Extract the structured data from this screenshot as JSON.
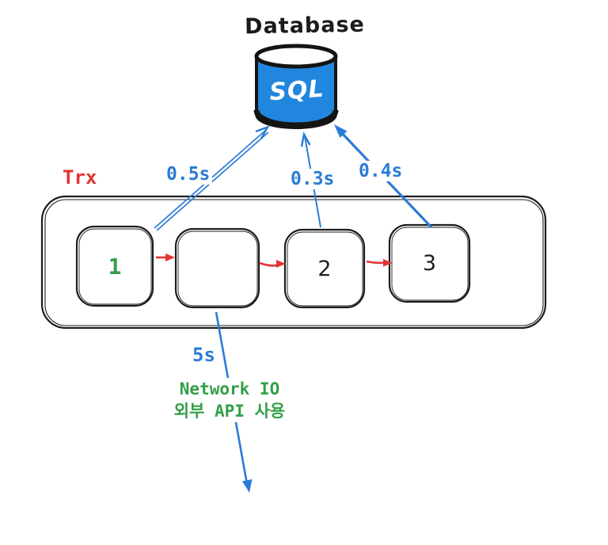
{
  "title": "Database",
  "database": {
    "label": "SQL"
  },
  "transaction": {
    "label": "Trx"
  },
  "steps": [
    {
      "label": "1"
    },
    {
      "label": ""
    },
    {
      "label": "2"
    },
    {
      "label": "3"
    }
  ],
  "db_calls": [
    {
      "duration": "0.5s"
    },
    {
      "duration": "0.3s"
    },
    {
      "duration": "0.4s"
    }
  ],
  "network_call": {
    "duration": "5s",
    "note_line1": "Network IO",
    "note_line2": "외부 API 사용"
  },
  "icons": {
    "database": "database-cylinder-icon"
  },
  "colors": {
    "blue": "#2b7cd6",
    "database_fill": "#2186dd",
    "red": "#e23434",
    "green": "#339f48",
    "ink": "#1e1e1e"
  }
}
